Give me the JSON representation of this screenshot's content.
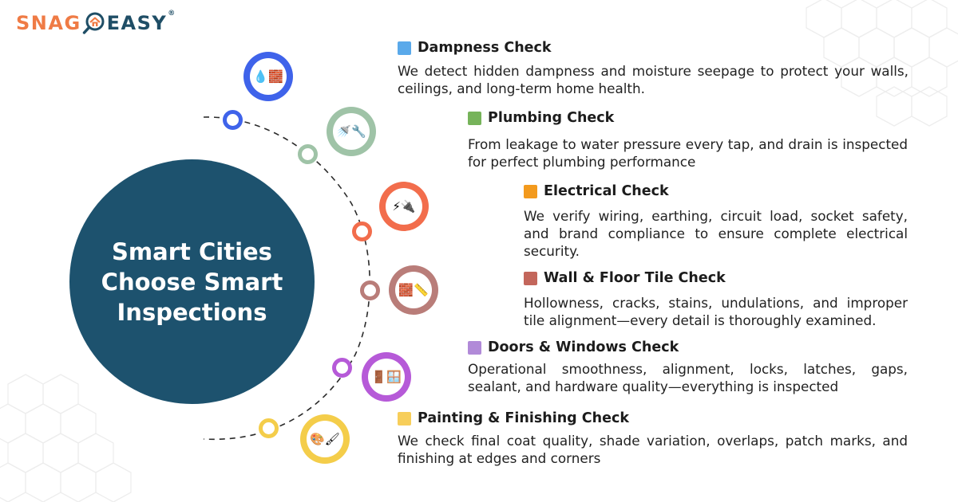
{
  "brand": {
    "logo_left": "SNAG",
    "logo_right": "EASY",
    "registered_mark": "®",
    "logo_icon": "magnifier-house-icon",
    "colors": {
      "orange": "#ef7b45",
      "navy": "#1f4e66"
    }
  },
  "hero": {
    "title": "Smart Cities Choose Smart Inspections",
    "circle_color": "#1d526e"
  },
  "sections": [
    {
      "title": "Dampness Check",
      "description": "We detect hidden dampness and moisture seepage to protect your walls, ceilings, and long-term home health.",
      "color": "#5aa9ea",
      "icon": "water-drop-brick-icon",
      "icon_glyph": "💧🧱"
    },
    {
      "title": "Plumbing Check",
      "description": "From leakage to water pressure every tap, and drain is inspected for perfect plumbing performance",
      "color": "#76b35a",
      "icon": "shower-wrench-icon",
      "icon_glyph": "🚿🔧"
    },
    {
      "title": "Electrical Check",
      "description": "We verify wiring, earthing, circuit load, socket safety, and brand compliance to ensure complete electrical security.",
      "color": "#f39a1d",
      "icon": "lightning-plug-icon",
      "icon_glyph": "⚡🔌"
    },
    {
      "title": "Wall & Floor Tile Check",
      "description": "Hollowness, cracks, stains, undulations, and improper tile alignment—every detail is thoroughly examined.",
      "color": "#c3665b",
      "icon": "brick-ruler-icon",
      "icon_glyph": "🧱📏"
    },
    {
      "title": "Doors & Windows Check",
      "description": "Operational smoothness, alignment, locks, latches, gaps, sealant, and hardware quality—everything is inspected",
      "color": "#b18ad8",
      "icon": "door-window-icon",
      "icon_glyph": "🚪🪟"
    },
    {
      "title": "Painting & Finishing Check",
      "description": "We check final coat quality, shade variation, overlaps, patch marks, and finishing at edges and corners",
      "color": "#f7ce5a",
      "icon": "palette-brush-icon",
      "icon_glyph": "🎨🖌"
    }
  ]
}
